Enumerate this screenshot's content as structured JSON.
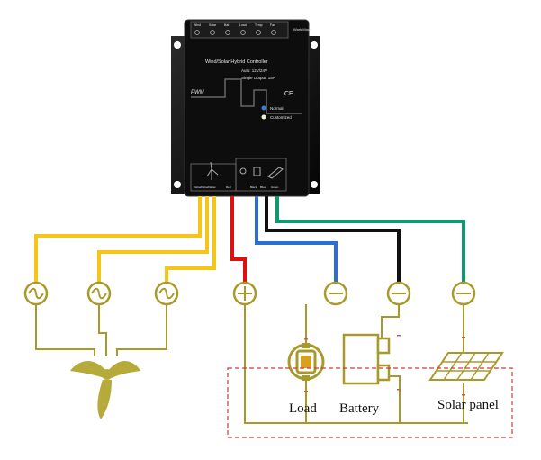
{
  "controller": {
    "title": "Wind/Solar Hybrid Controller",
    "spec_auto": "Auto: 12V/24V",
    "spec_output": "Single Output: 15A",
    "mode_label": "Work Mode",
    "top_icon_labels": [
      "Wind",
      "Solar",
      "Bat",
      "Load",
      "Temp",
      "Fan"
    ],
    "pwm_text": "PWM",
    "ce_text": "CE",
    "indicator_normal": "Normal",
    "indicator_customized": "Customized",
    "bottom_terminal_labels": [
      "Yellow",
      "Yellow",
      "Yellow",
      "Red",
      "Black",
      "Blue",
      "Green"
    ]
  },
  "labels": {
    "load": "Load",
    "battery": "Battery",
    "solar_panel": "Solar panel"
  },
  "wire_colors": {
    "yellow": "#f5c518",
    "red": "#e01010",
    "blue": "#2a6fd6",
    "black": "#111111",
    "green": "#0e9a6e",
    "olive": "#a89a2a",
    "dashed_box": "#d23a3a"
  }
}
